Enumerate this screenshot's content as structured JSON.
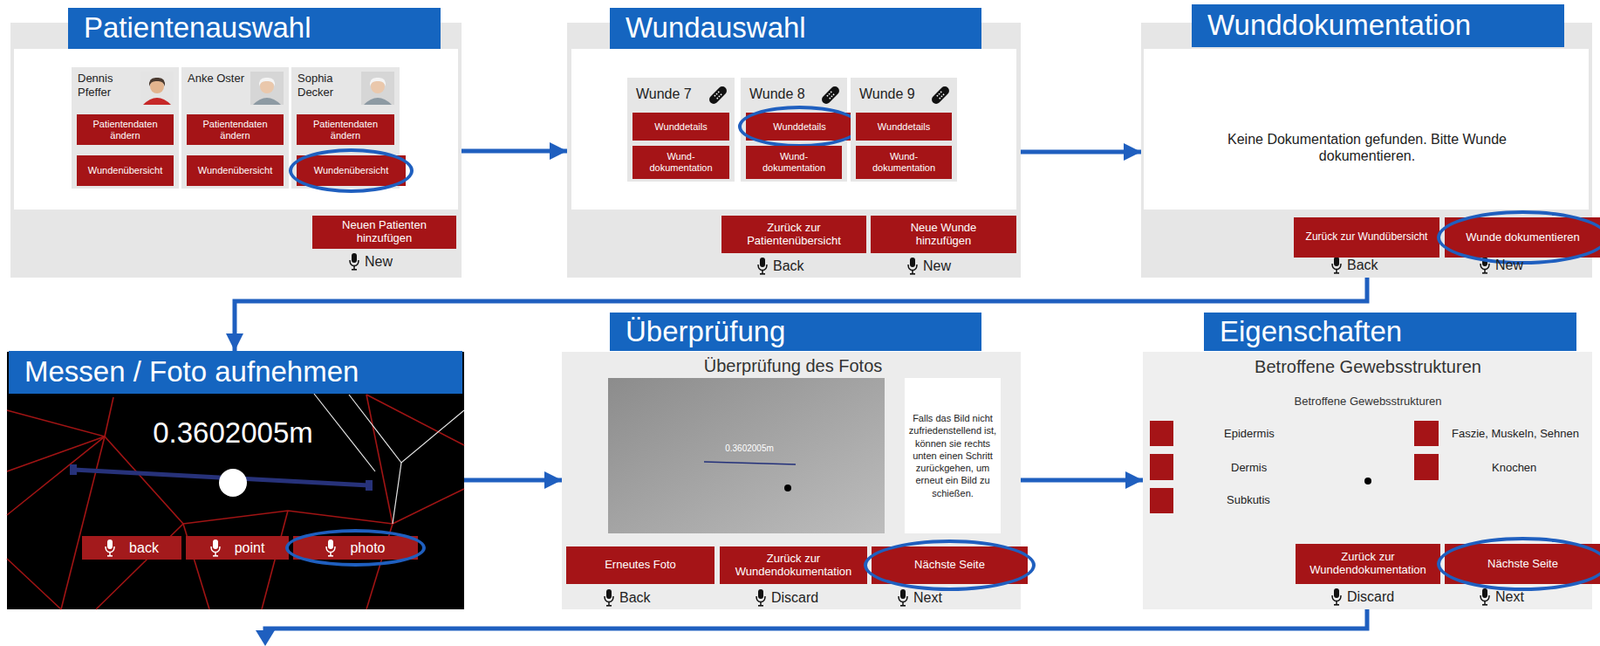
{
  "diagram": {
    "nodes": [
      {
        "text": [
          "Patientenauswahl"
        ]
      },
      {
        "text": [
          "Dennis Pfeffer"
        ],
        "in": 0
      },
      {
        "text": [
          "Patientendaten ändern"
        ],
        "in": 1
      },
      {
        "text": [
          "Wundenübersicht"
        ],
        "in": 1
      },
      {
        "text": [
          "Anke Oster"
        ],
        "in": 0
      },
      {
        "text": [
          "Patientendaten ändern"
        ],
        "in": 4
      },
      {
        "text": [
          "Wundenübersicht"
        ],
        "in": 4
      },
      {
        "text": [
          "Sophia Decker"
        ],
        "in": 0
      },
      {
        "text": [
          "Patientendaten ändern"
        ],
        "in": 7
      },
      {
        "text": [
          "Wundenübersicht"
        ],
        "in": 7
      },
      {
        "text": [
          "Neuen Patienten hinzufügen"
        ],
        "in": 0
      },
      {
        "text": [
          "Wundauswahl"
        ]
      },
      {
        "text": [
          "Wunde 7"
        ],
        "in": 11
      },
      {
        "text": [
          "Wunddetails"
        ],
        "in": 12
      },
      {
        "text": [
          "Wund- dokumentation"
        ],
        "in": 12
      },
      {
        "text": [
          "Wunde 8"
        ],
        "in": 11
      },
      {
        "text": [
          "Wunddetails"
        ],
        "in": 15
      },
      {
        "text": [
          "Wund- dokumentation"
        ],
        "in": 15
      },
      {
        "text": [
          "Wunde 9"
        ],
        "in": 11
      },
      {
        "text": [
          "Wunddetails"
        ],
        "in": 18
      },
      {
        "text": [
          "Wund- dokumentation"
        ],
        "in": 18
      },
      {
        "text": [
          "Zurück zur Patientenübersicht"
        ],
        "in": 11
      },
      {
        "text": [
          "Neue Wunde hinzufügen"
        ],
        "in": 11
      },
      {
        "text": [
          "Wunddokumentation",
          "Keine Dokumentation gefunden. Bitte Wunde dokumentieren."
        ]
      },
      {
        "text": [
          "Zurück zur Wundübersicht"
        ],
        "in": 23
      },
      {
        "text": [
          "Wunde dokumentieren"
        ],
        "in": 23
      },
      {
        "text": [
          "Messen / Foto aufnehmen",
          "0.3602005m"
        ]
      },
      {
        "text": [
          "back"
        ],
        "in": 26
      },
      {
        "text": [
          "point"
        ],
        "in": 26
      },
      {
        "text": [
          "photo"
        ],
        "in": 26
      },
      {
        "text": [
          "Überprüfung",
          "Überprüfung des Fotos"
        ]
      },
      {
        "text": [
          "0.3602005m"
        ],
        "in": 30
      },
      {
        "text": [
          "Falls das Bild nicht zufriedenstellend ist, können sie rechts unten einen Schritt zurückgehen, um erneut ein Bild zu schießen."
        ],
        "in": 30
      },
      {
        "text": [
          "Erneutes Foto"
        ],
        "in": 30
      },
      {
        "text": [
          "Zurück zur Wundendokumentation"
        ],
        "in": 30
      },
      {
        "text": [
          "Nächste Seite"
        ],
        "in": 30
      },
      {
        "text": [
          "Eigenschaften",
          "Betroffene Gewebsstrukturen",
          "Betroffene Gewebsstrukturen"
        ]
      },
      {
        "text": [
          "Zurück zur Wundendokumentation"
        ],
        "in": 36
      },
      {
        "text": [
          "Nächste Seite"
        ],
        "in": 36
      }
    ],
    "edges": [
      {
        "from": 0,
        "to": 11,
        "arrow": "to"
      },
      {
        "from": 11,
        "to": 23,
        "arrow": "to"
      },
      {
        "from": 23,
        "to": 26,
        "arrow": "to"
      },
      {
        "from": 26,
        "to": 30,
        "arrow": "to"
      },
      {
        "from": 30,
        "to": 36,
        "arrow": "to"
      }
    ],
    "labels": [
      "New",
      "Back",
      "New",
      "Back",
      "New",
      "Back",
      "Discard",
      "Next",
      "Epidermis",
      "Dermis",
      "Subkutis",
      "Faszie, Muskeln, Sehnen",
      "Knochen",
      "Discard",
      "Next"
    ]
  }
}
